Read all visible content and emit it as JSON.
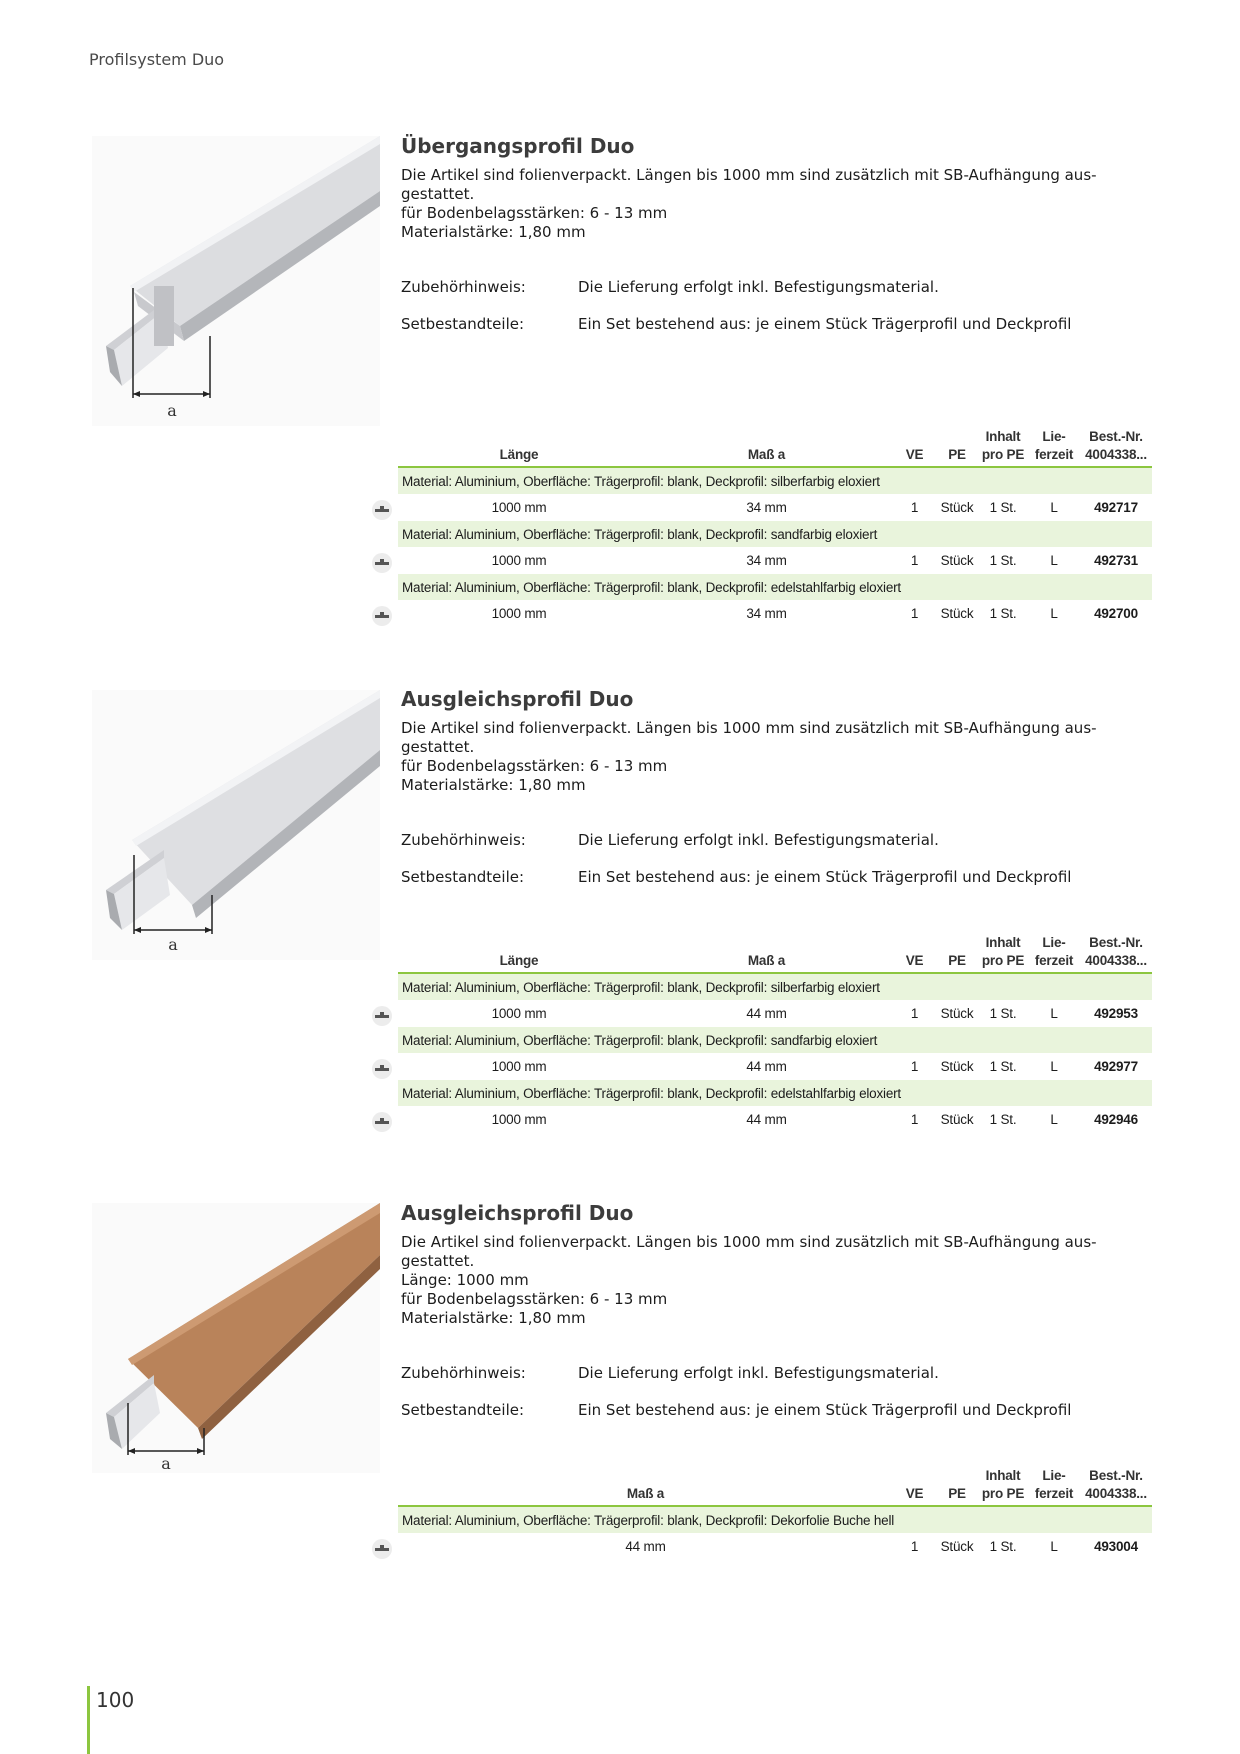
{
  "header": {
    "title": "Profilsystem Duo"
  },
  "page_number": "100",
  "table_header": {
    "laenge": "Länge",
    "mass_a": "Maß a",
    "ve": "VE",
    "pe": "PE",
    "inhalt_1": "Inhalt",
    "inhalt_2": "pro PE",
    "lie_1": "Lie-",
    "lie_2": "ferzeit",
    "best_1": "Best.-Nr.",
    "best_2": "4004338..."
  },
  "sections": [
    {
      "title": "Übergangsprofil Duo",
      "desc": [
        "Die Artikel sind folienverpackt. Längen bis 1000 mm sind zusätzlich mit SB-Aufhängung aus-\ngestattet.",
        "für Bodenbelagsstärken: 6 - 13 mm",
        "Materialstärke: 1,80 mm"
      ],
      "zubehoer_label": "Zubehörhinweis:",
      "zubehoer_value": "Die Lieferung erfolgt inkl. Befestigungsmaterial.",
      "set_label": "Setbestandteile:",
      "set_value": "Ein Set bestehend aus: je einem Stück Trägerprofil und Deckprofil",
      "dim_label": "a",
      "groups": [
        {
          "material": "Material: Aluminium, Oberfläche: Trägerprofil: blank, Deckprofil: silberfarbig eloxiert",
          "laenge": "1000 mm",
          "mass": "34 mm",
          "ve": "1",
          "pe": "Stück",
          "inhalt": "1 St.",
          "lie": "L",
          "nr": "492717"
        },
        {
          "material": "Material: Aluminium, Oberfläche: Trägerprofil: blank, Deckprofil: sandfarbig eloxiert",
          "laenge": "1000 mm",
          "mass": "34 mm",
          "ve": "1",
          "pe": "Stück",
          "inhalt": "1 St.",
          "lie": "L",
          "nr": "492731"
        },
        {
          "material": "Material: Aluminium, Oberfläche: Trägerprofil: blank, Deckprofil: edelstahlfarbig eloxiert",
          "laenge": "1000 mm",
          "mass": "34 mm",
          "ve": "1",
          "pe": "Stück",
          "inhalt": "1 St.",
          "lie": "L",
          "nr": "492700"
        }
      ]
    },
    {
      "title": "Ausgleichsprofil Duo",
      "desc": [
        "Die Artikel sind folienverpackt. Längen bis 1000 mm sind zusätzlich mit SB-Aufhängung aus-\ngestattet.",
        "für Bodenbelagsstärken: 6 - 13 mm",
        "Materialstärke: 1,80 mm"
      ],
      "zubehoer_label": "Zubehörhinweis:",
      "zubehoer_value": "Die Lieferung erfolgt inkl. Befestigungsmaterial.",
      "set_label": "Setbestandteile:",
      "set_value": "Ein Set bestehend aus: je einem Stück Trägerprofil und Deckprofil",
      "dim_label": "a",
      "groups": [
        {
          "material": "Material: Aluminium, Oberfläche: Trägerprofil: blank, Deckprofil: silberfarbig eloxiert",
          "laenge": "1000 mm",
          "mass": "44 mm",
          "ve": "1",
          "pe": "Stück",
          "inhalt": "1 St.",
          "lie": "L",
          "nr": "492953"
        },
        {
          "material": "Material: Aluminium, Oberfläche: Trägerprofil: blank, Deckprofil: sandfarbig eloxiert",
          "laenge": "1000 mm",
          "mass": "44 mm",
          "ve": "1",
          "pe": "Stück",
          "inhalt": "1 St.",
          "lie": "L",
          "nr": "492977"
        },
        {
          "material": "Material: Aluminium, Oberfläche: Trägerprofil: blank, Deckprofil: edelstahlfarbig eloxiert",
          "laenge": "1000 mm",
          "mass": "44 mm",
          "ve": "1",
          "pe": "Stück",
          "inhalt": "1 St.",
          "lie": "L",
          "nr": "492946"
        }
      ]
    },
    {
      "title": "Ausgleichsprofil Duo",
      "desc": [
        "Die Artikel sind folienverpackt. Längen bis 1000 mm sind zusätzlich mit SB-Aufhängung aus-\ngestattet.",
        "Länge: 1000 mm",
        "für Bodenbelagsstärken: 6 - 13 mm",
        "Materialstärke: 1,80 mm"
      ],
      "zubehoer_label": "Zubehörhinweis:",
      "zubehoer_value": "Die Lieferung erfolgt inkl. Befestigungsmaterial.",
      "set_label": "Setbestandteile:",
      "set_value": "Ein Set bestehend aus: je einem Stück Trägerprofil und Deckprofil",
      "dim_label": "a",
      "groups": [
        {
          "material": "Material: Aluminium, Oberfläche: Trägerprofil: blank, Deckprofil: Dekorfolie Buche hell",
          "mass": "44 mm",
          "ve": "1",
          "pe": "Stück",
          "inhalt": "1 St.",
          "lie": "L",
          "nr": "493004"
        }
      ]
    }
  ],
  "colors": {
    "accent_green": "#8cc63f",
    "material_row_bg": "#e9f4dc",
    "wood": "#b9835a"
  }
}
